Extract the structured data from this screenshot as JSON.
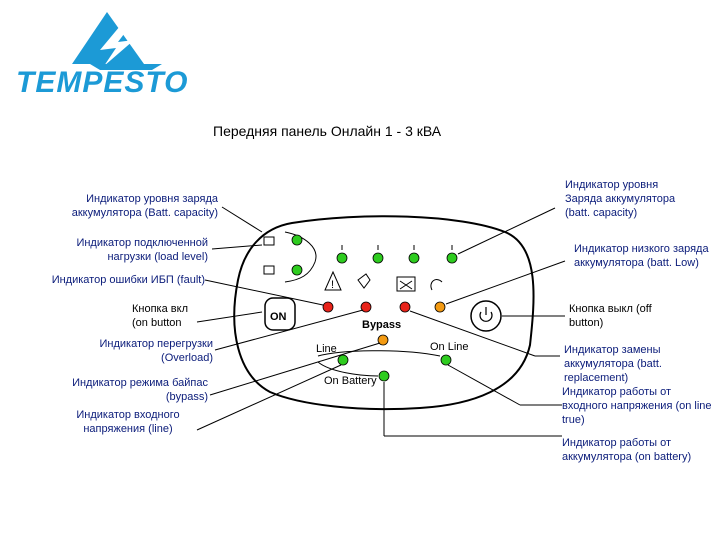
{
  "logo": {
    "brand": "TEMPESTO"
  },
  "title": "Передняя панель  Онлайн 1 - 3 кВА",
  "labels_left": [
    "Индикатор уровня заряда аккумулятора (Batt. capacity)",
    "Индикатор подключенной нагрузки (load level)",
    "Индикатор ошибки ИБП (fault)",
    "Кнопка вкл (on button",
    "Индикатор перегрузки (Overload)",
    "Индикатор режима байпас (bypass)",
    "Индикатор входного напряжения (line)"
  ],
  "labels_right": [
    "Индикатор уровня Заряда аккумулятора (batt. capacity)",
    "Индикатор низкого заряда аккумулятора (batt. Low)",
    "Кнопка выкл (off button)",
    "Индикатор замены аккумулятора (batt. replacement)",
    "Индикатор работы от входного напряжения (on line true)",
    "Индикатор работы от аккумулятора (on battery)"
  ],
  "panel": {
    "on_button": "ON",
    "bypass": "Bypass",
    "line": "Line",
    "on_line": "On Line",
    "on_battery": "On Battery"
  },
  "colors": {
    "green": "#2ecc1f",
    "red": "#e8231a",
    "orange": "#f39a12",
    "label_blue": "#0b1c7a",
    "logo_blue": "#1c9ad6"
  }
}
